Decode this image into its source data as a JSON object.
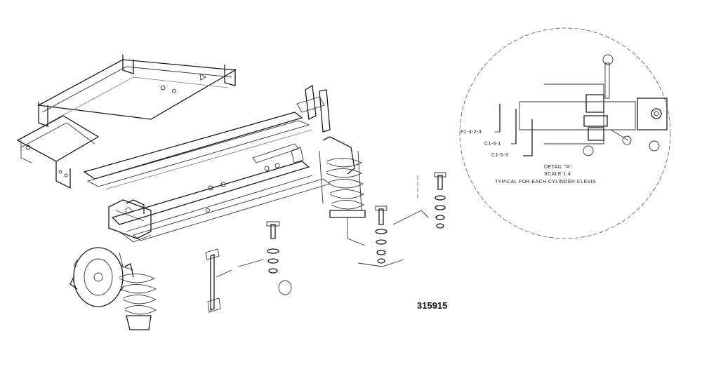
{
  "figure_number": "315915",
  "detail": {
    "title": "DETAIL \"A\"",
    "scale": "SCALE 1:4",
    "note": "TYPICAL FOR EACH CYLINDER CLEVIS",
    "callouts": [
      "F1-4-2-3",
      "C1-5-1",
      "C1-5-3"
    ]
  }
}
